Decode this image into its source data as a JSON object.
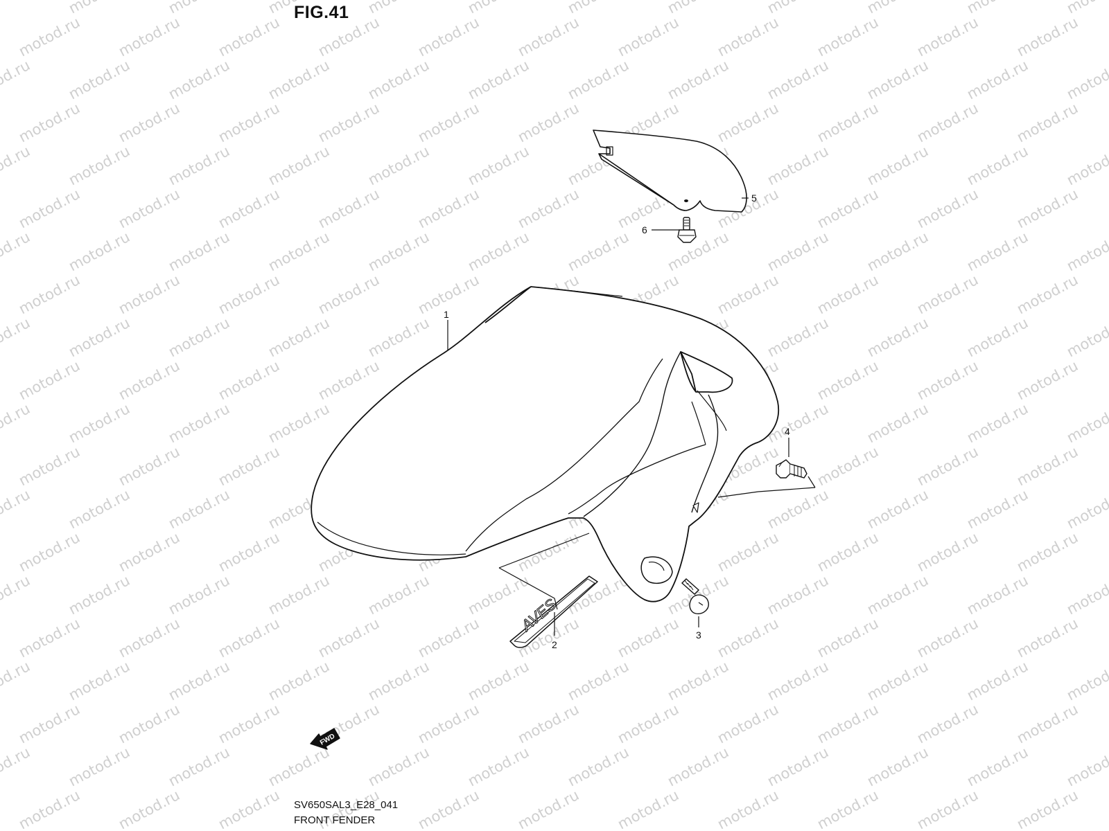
{
  "figure": {
    "title": "FIG.41",
    "code": "SV650SAL3_E28_041",
    "name": "FRONT FENDER"
  },
  "watermark": {
    "text": "motod.ru",
    "color": "#cfcfcf"
  },
  "parts": [
    {
      "id": "fender",
      "number": "1"
    },
    {
      "id": "emblem",
      "number": "2"
    },
    {
      "id": "screw-front",
      "number": "3"
    },
    {
      "id": "bolt-side",
      "number": "4"
    },
    {
      "id": "brace-plate",
      "number": "5"
    },
    {
      "id": "bolt-plate",
      "number": "6"
    }
  ],
  "emblem_text": "AVES",
  "fwd_marker": {
    "label": "FWD",
    "icon": "fwd-arrow-icon"
  },
  "colors": {
    "line": "#111111",
    "background": "#ffffff"
  }
}
